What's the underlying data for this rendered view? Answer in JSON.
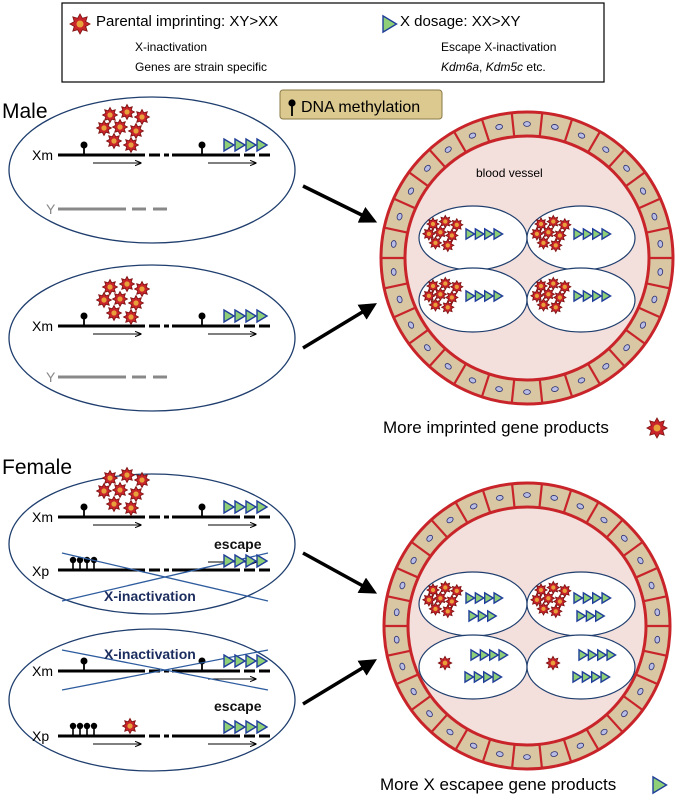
{
  "legend": {
    "imprinting_title": "Parental imprinting: XY>XX",
    "imprinting_line1": "X-inactivation",
    "imprinting_line2": "Genes are strain specific",
    "dosage_title": "X dosage: XX>XY",
    "dosage_line1": "Escape X-inactivation",
    "dosage_genes_a": "Kdm6a",
    "dosage_genes_sep": ", ",
    "dosage_genes_b": "Kdm5c",
    "dosage_genes_tail": " etc."
  },
  "methylation_label": "DNA methylation",
  "male": {
    "section_label": "Male",
    "chrom_xm": "Xm",
    "chrom_y": "Y"
  },
  "female": {
    "section_label": "Female",
    "chrom_xm": "Xm",
    "chrom_xp": "Xp",
    "escape_label": "escape",
    "inactivation_label": "X-inactivation"
  },
  "vessel_label": "blood vessel",
  "male_caption": "More imprinted gene products",
  "female_caption": "More X escapee gene products",
  "colors": {
    "star_outer": "#e8a13a",
    "star_inner": "#c8242a",
    "triangle_fill": "#8fcf77",
    "triangle_stroke": "#1f3e9a",
    "vessel_wall": "#d9c7a4",
    "vessel_border": "#c8242a",
    "vessel_lumen": "#f3dfdc",
    "cell_outline": "#1f3e6e",
    "cross_line": "#2e5c9e",
    "methylation_box": "#dcc98f"
  }
}
